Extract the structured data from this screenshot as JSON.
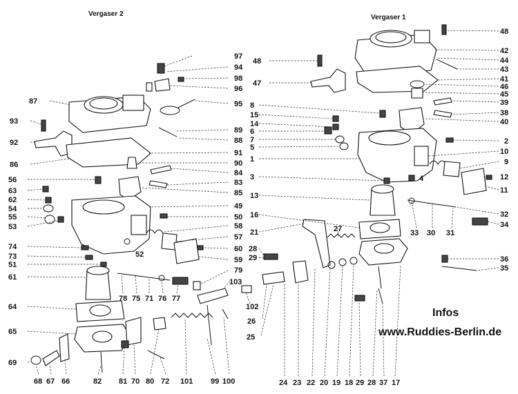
{
  "titles": {
    "carb2": "Vergaser 2",
    "carb1": "Vergaser 1"
  },
  "infos": {
    "label": "Infos",
    "url": "www.Ruddies-Berlin.de"
  },
  "callouts": {
    "n1": "1",
    "n2": "2",
    "n3": "3",
    "n4": "4",
    "n5": "5",
    "n6": "6",
    "n7": "7",
    "n8": "8",
    "n9": "9",
    "n10": "10",
    "n11": "11",
    "n12": "12",
    "n13": "13",
    "n14": "14",
    "n15": "15",
    "n16": "16",
    "n17": "17",
    "n18": "18",
    "n19": "19",
    "n20": "20",
    "n21": "21",
    "n22": "22",
    "n23": "23",
    "n24": "24",
    "n25": "25",
    "n26": "26",
    "n27": "27",
    "n28": "28",
    "n29": "29",
    "n30": "30",
    "n31": "31",
    "n32": "32",
    "n33": "33",
    "n34": "34",
    "n35": "35",
    "n36": "36",
    "n37": "37",
    "n38": "38",
    "n39": "39",
    "n40": "40",
    "n41": "41",
    "n42": "42",
    "n43": "43",
    "n44": "44",
    "n45": "45",
    "n46": "46",
    "n47": "47",
    "n48": "48",
    "n49": "49",
    "n50": "50",
    "n51": "51",
    "n52": "52",
    "n53": "53",
    "n54": "54",
    "n55": "55",
    "n56": "56",
    "n57": "57",
    "n58": "58",
    "n59": "59",
    "n60": "60",
    "n61": "61",
    "n62": "62",
    "n63": "63",
    "n64": "64",
    "n65": "65",
    "n66": "66",
    "n67": "67",
    "n68": "68",
    "n69": "69",
    "n70": "70",
    "n71": "71",
    "n72": "72",
    "n73": "73",
    "n74": "74",
    "n75": "75",
    "n76": "76",
    "n77": "77",
    "n78": "78",
    "n79": "79",
    "n80": "80",
    "n81": "81",
    "n82": "82",
    "n83": "83",
    "n84": "84",
    "n85": "85",
    "n86": "86",
    "n87": "87",
    "n88": "88",
    "n89": "89",
    "n90": "90",
    "n91": "91",
    "n92": "92",
    "n93": "93",
    "n94": "94",
    "n95": "95",
    "n96": "96",
    "n97": "97",
    "n98": "98",
    "n99": "99",
    "n100": "100",
    "n101": "101",
    "n102": "102",
    "n103": "103"
  }
}
